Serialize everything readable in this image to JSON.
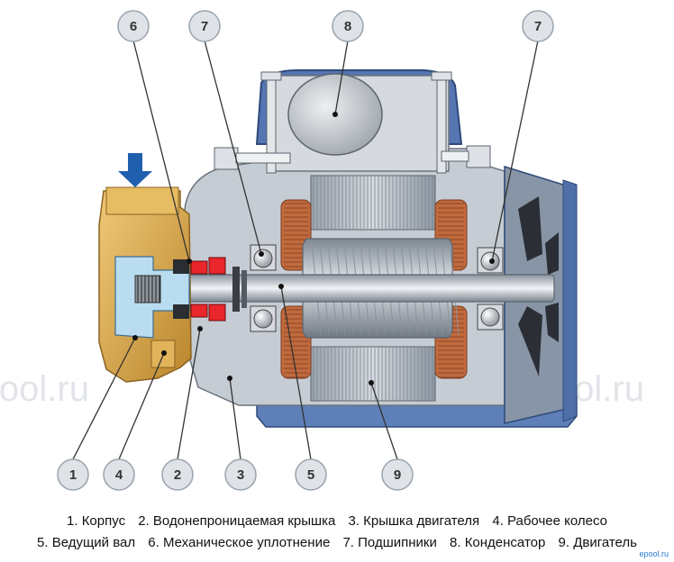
{
  "callouts": [
    {
      "id": "c6a",
      "num": "6"
    },
    {
      "id": "c7a",
      "num": "7"
    },
    {
      "id": "c8",
      "num": "8"
    },
    {
      "id": "c7b",
      "num": "7"
    },
    {
      "id": "c1",
      "num": "1"
    },
    {
      "id": "c4",
      "num": "4"
    },
    {
      "id": "c2",
      "num": "2"
    },
    {
      "id": "c3",
      "num": "3"
    },
    {
      "id": "c5",
      "num": "5"
    },
    {
      "id": "c9",
      "num": "9"
    }
  ],
  "watermark": {
    "text": "ePool.ru"
  },
  "legend": {
    "line1": [
      "1. Корпус",
      "2. Водонепроницаемая крышка",
      "3. Крышка двигателя",
      "4. Рабочее колесо"
    ],
    "line2": [
      "5. Ведущий вал",
      "6. Механическое уплотнение",
      "7. Подшипники",
      "8. Конденсатор",
      "9. Двигатель"
    ]
  },
  "badge": "epool.ru",
  "colors": {
    "pump_body": "#d9a94a",
    "motor_housing": "#c6ccd3",
    "frame": "#4f6fa8",
    "copper": "#c06a3e",
    "seal_red": "#e8262b",
    "water": "#b9dcf0",
    "arrow": "#1f5fae"
  }
}
